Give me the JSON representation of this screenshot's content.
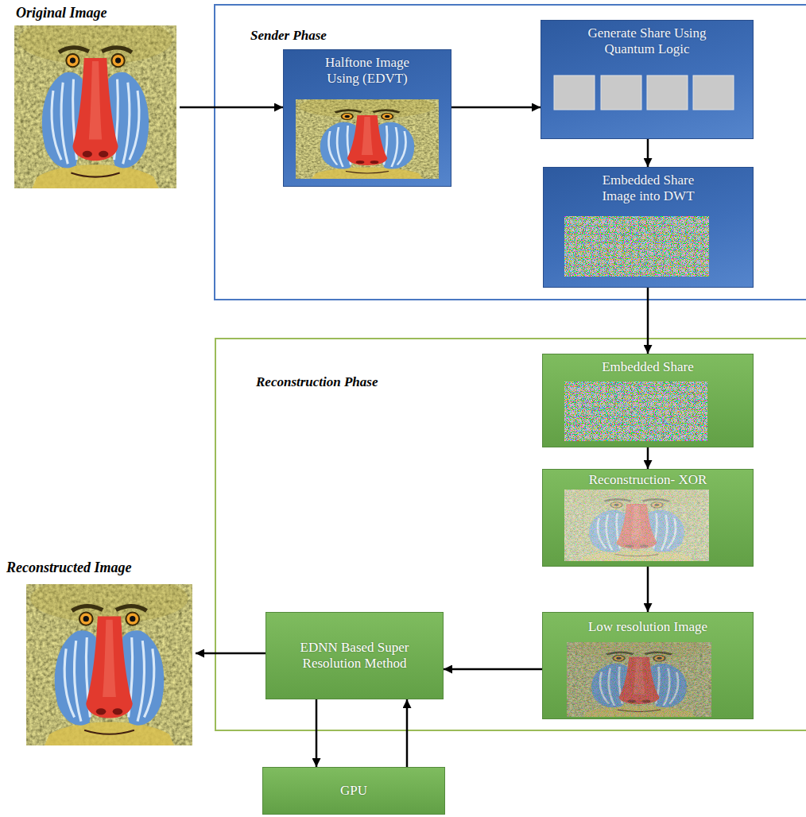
{
  "diagram": {
    "nodes": [
      {
        "text": [
          "Original Image"
        ]
      },
      {
        "text": [
          "Sender Phase"
        ]
      },
      {
        "text": [
          "Halftone Image Using (EDVT)"
        ],
        "in": 1
      },
      {
        "text": [
          "Generate Share Using Quantum Logic"
        ],
        "in": 1
      },
      {
        "text": [
          "Embedded Share Image into DWT"
        ],
        "in": 1
      },
      {
        "text": [
          "Reconstruction Phase"
        ]
      },
      {
        "text": [
          "Embedded Share"
        ],
        "in": 5
      },
      {
        "text": [
          "Reconstruction- XOR"
        ],
        "in": 5
      },
      {
        "text": [
          "Low resolution Image"
        ],
        "in": 5
      },
      {
        "text": [
          "EDNN Based Super Resolution Method"
        ],
        "in": 5
      },
      {
        "text": [
          "Reconstructed Image"
        ]
      },
      {
        "text": [
          "GPU"
        ]
      }
    ],
    "edges": [
      {
        "from": 0,
        "to": 2,
        "arrow": "to"
      },
      {
        "from": 2,
        "to": 3,
        "arrow": "to"
      },
      {
        "from": 3,
        "to": 4,
        "arrow": "to"
      },
      {
        "from": 4,
        "to": 6,
        "arrow": "to"
      },
      {
        "from": 6,
        "to": 7,
        "arrow": "to"
      },
      {
        "from": 7,
        "to": 8,
        "arrow": "to"
      },
      {
        "from": 8,
        "to": 9,
        "arrow": "to"
      },
      {
        "from": 9,
        "to": 10,
        "arrow": "to"
      },
      {
        "from": 9,
        "to": 11,
        "arrow": "to"
      },
      {
        "from": 11,
        "to": 9,
        "arrow": "to"
      }
    ]
  }
}
